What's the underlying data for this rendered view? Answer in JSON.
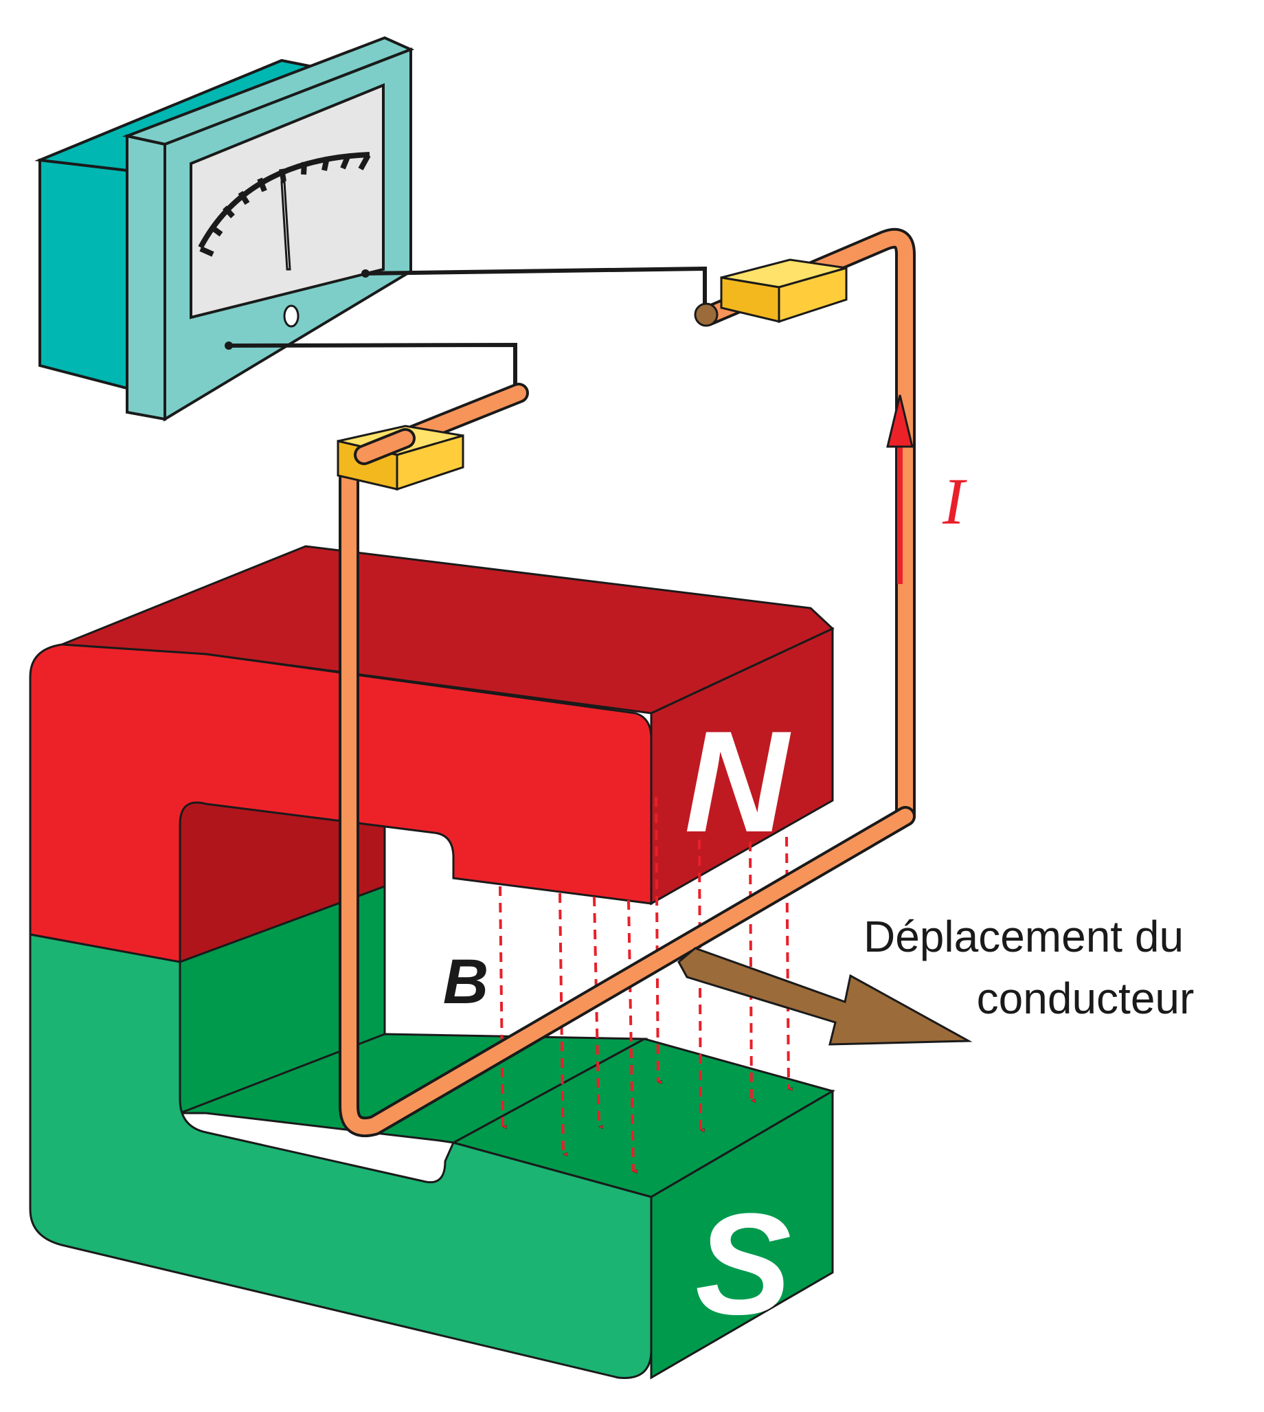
{
  "labels": {
    "north_pole": "N",
    "south_pole": "S",
    "field": "B",
    "current": "I",
    "motion_line1": "Déplacement du",
    "motion_line2": "conducteur"
  },
  "colors": {
    "magnet_north_front": "#ED2229",
    "magnet_north_top": "#BF1A22",
    "magnet_north_inner": "#B0151C",
    "magnet_south_front": "#1BB473",
    "magnet_south_inner": "#009A4D",
    "conductor": "#F7945A",
    "contact_block": "#FFCD3C",
    "contact_block_side": "#F2B81E",
    "meter_front": "#7DCEC8",
    "meter_side": "#00B7B2",
    "meter_dial": "#E6E6E6",
    "field_arrows": "#E8202A",
    "current_arrow": "#ED2229",
    "current_label": "#E8202A",
    "motion_arrow": "#9B6B3A",
    "pole_label": "#FFFFFF",
    "outline": "#1A1A1A"
  },
  "icons": {
    "meter": "galvanometer-icon",
    "magnet": "horseshoe-magnet-icon"
  }
}
